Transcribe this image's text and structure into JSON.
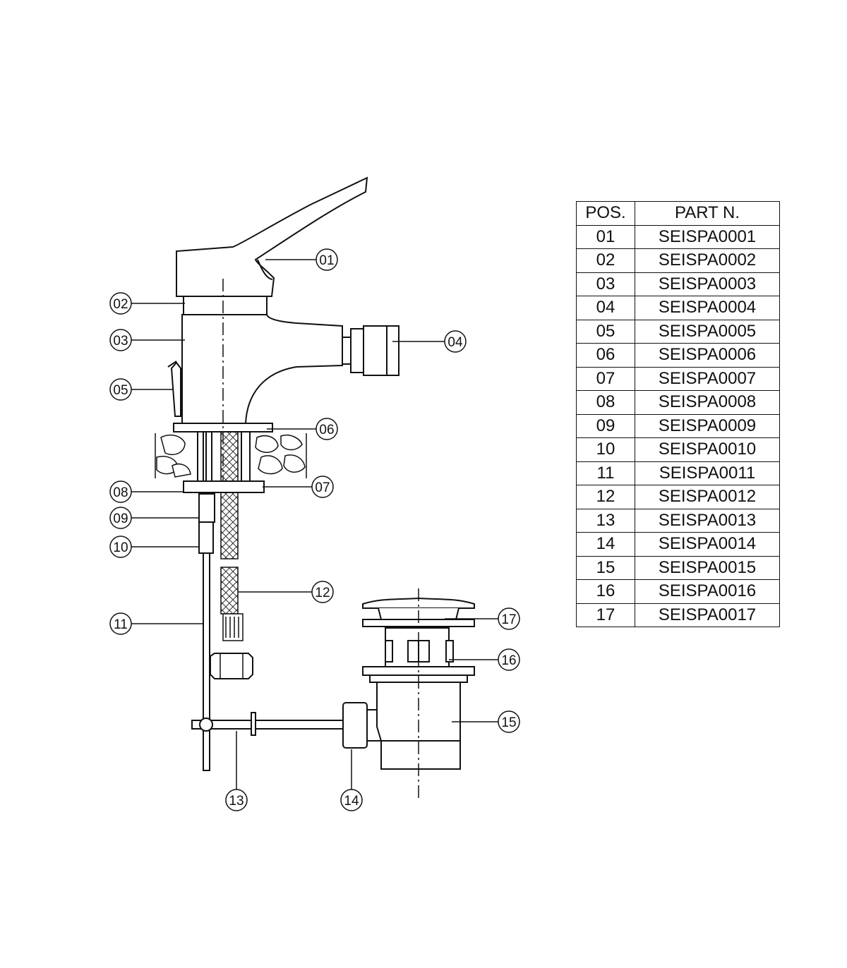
{
  "callouts": [
    "01",
    "02",
    "03",
    "04",
    "05",
    "06",
    "07",
    "08",
    "09",
    "10",
    "11",
    "12",
    "13",
    "14",
    "15",
    "16",
    "17"
  ],
  "table": {
    "headers": {
      "pos": "POS.",
      "part": "PART N."
    },
    "rows": [
      {
        "pos": "01",
        "part": "SEISPA0001"
      },
      {
        "pos": "02",
        "part": "SEISPA0002"
      },
      {
        "pos": "03",
        "part": "SEISPA0003"
      },
      {
        "pos": "04",
        "part": "SEISPA0004"
      },
      {
        "pos": "05",
        "part": "SEISPA0005"
      },
      {
        "pos": "06",
        "part": "SEISPA0006"
      },
      {
        "pos": "07",
        "part": "SEISPA0007"
      },
      {
        "pos": "08",
        "part": "SEISPA0008"
      },
      {
        "pos": "09",
        "part": "SEISPA0009"
      },
      {
        "pos": "10",
        "part": "SEISPA0010"
      },
      {
        "pos": "11",
        "part": "SEISPA0011"
      },
      {
        "pos": "12",
        "part": "SEISPA0012"
      },
      {
        "pos": "13",
        "part": "SEISPA0013"
      },
      {
        "pos": "14",
        "part": "SEISPA0014"
      },
      {
        "pos": "15",
        "part": "SEISPA0015"
      },
      {
        "pos": "16",
        "part": "SEISPA0016"
      },
      {
        "pos": "17",
        "part": "SEISPA0017"
      }
    ]
  }
}
